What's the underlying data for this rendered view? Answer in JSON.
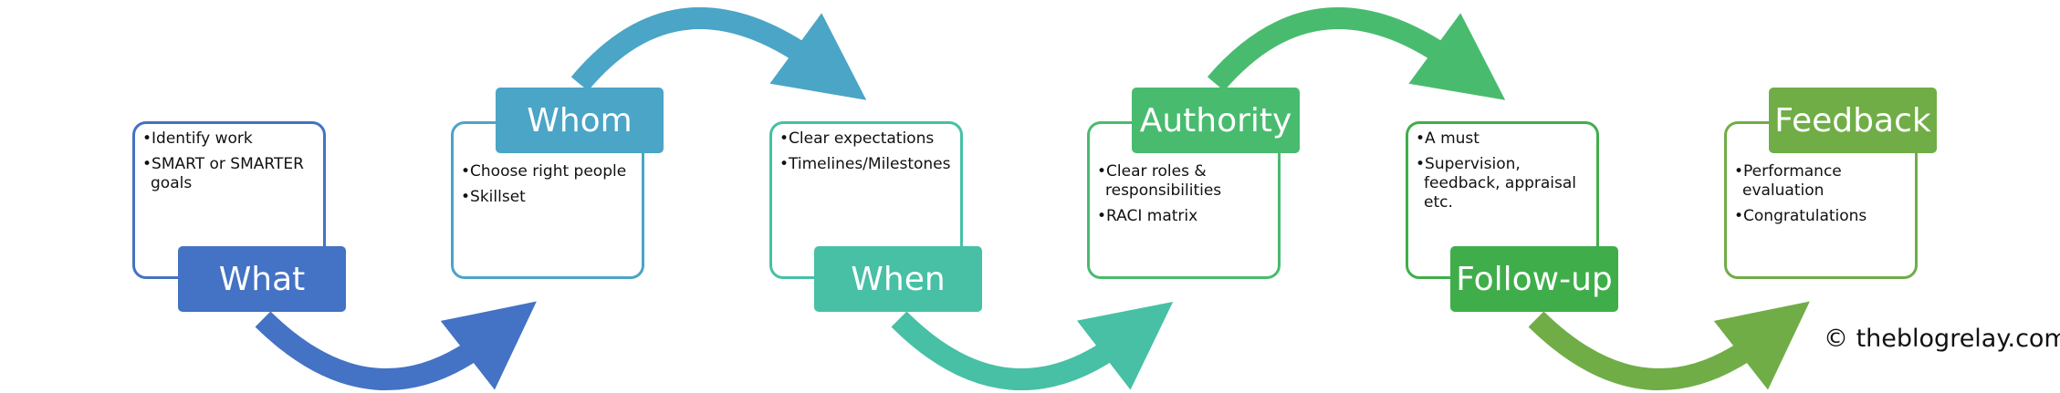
{
  "steps": [
    {
      "title": "What",
      "color": "#4472c4",
      "bullets": [
        "Identify work",
        "SMART or SMARTER goals"
      ]
    },
    {
      "title": "Whom",
      "color": "#4aa5c6",
      "bullets": [
        "Choose right people",
        "Skillset"
      ]
    },
    {
      "title": "When",
      "color": "#47c0a5",
      "bullets": [
        "Clear expectations",
        "Timelines/Milestones"
      ]
    },
    {
      "title": "Authority",
      "color": "#49bb6f",
      "bullets": [
        "Clear roles & responsibilities",
        "RACI matrix"
      ]
    },
    {
      "title": "Follow-up",
      "color": "#3fae4a",
      "bullets": [
        "A must",
        "Supervision, feedback, appraisal etc."
      ]
    },
    {
      "title": "Feedback",
      "color": "#70ad47",
      "bullets": [
        "Performance evaluation",
        "Congratulations"
      ]
    }
  ],
  "copyright": "© theblogrelay.com"
}
